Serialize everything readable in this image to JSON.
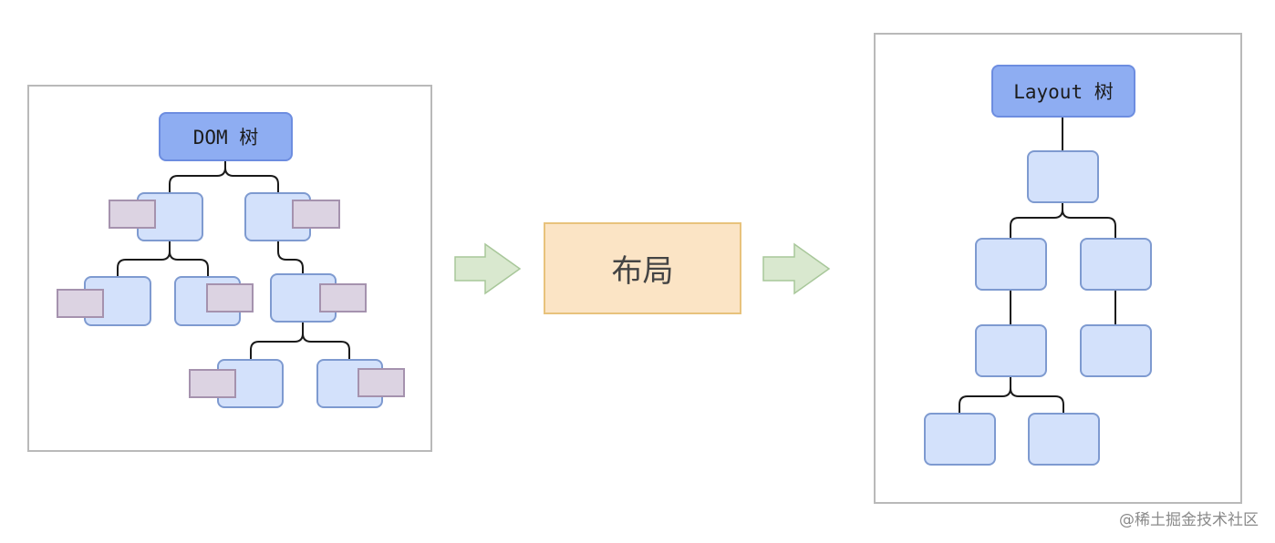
{
  "dom_tree": {
    "title": "DOM 树"
  },
  "process": {
    "label": "布局"
  },
  "layout_tree": {
    "title": "Layout 树"
  },
  "watermark": "@稀土掘金技术社区",
  "colors": {
    "title_fill": "#8eadf2",
    "node_fill": "#d3e1fb",
    "attribute_fill": "#dcd3e2",
    "process_fill": "#fbe4c5",
    "arrow_fill": "#d9e8cf",
    "connector": "#1a1a1a"
  }
}
